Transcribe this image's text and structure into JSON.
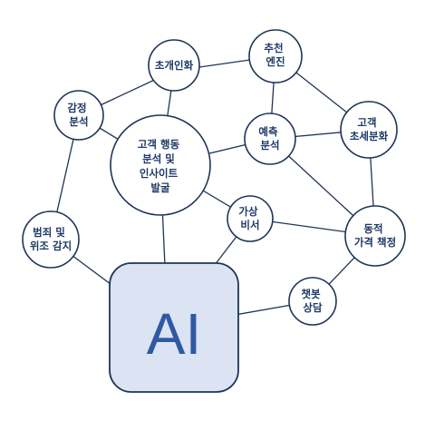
{
  "diagram": {
    "hub": {
      "label": "AI"
    },
    "nodes": {
      "personalization": {
        "lines": [
          "초개인화"
        ]
      },
      "recommendation": {
        "lines": [
          "추천",
          "엔진"
        ]
      },
      "sentiment": {
        "lines": [
          "감정",
          "분석"
        ]
      },
      "behavior": {
        "lines": [
          "고객 행동",
          "분석 및",
          "인사이트",
          "발굴"
        ]
      },
      "prediction": {
        "lines": [
          "예측",
          "분석"
        ]
      },
      "segmentation": {
        "lines": [
          "고객",
          "초세분화"
        ]
      },
      "fraud": {
        "lines": [
          "범죄 및",
          "위조 감지"
        ]
      },
      "assistant": {
        "lines": [
          "가상",
          "비서"
        ]
      },
      "pricing": {
        "lines": [
          "동적",
          "가격 책정"
        ]
      },
      "chatbot": {
        "lines": [
          "챗봇",
          "상담"
        ]
      }
    }
  }
}
